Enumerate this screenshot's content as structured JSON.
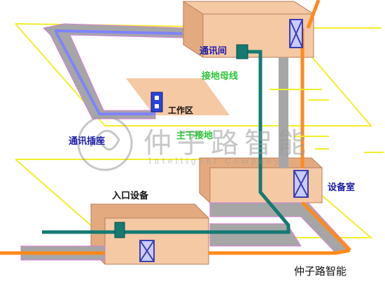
{
  "colors": {
    "room_fill": "#f6c9a5",
    "room_side": "#e3aa80",
    "room_stroke": "#b47d5a",
    "floor_line": "#f2ee2a",
    "conduit_gray": "#a6a6a6",
    "conduit_blue": "#7f83ff",
    "conduit_pink": "#d77fd8",
    "orange_cable": "#ff8a1c",
    "ground_bus": "#147a72",
    "label_blue": "#1a1aa8",
    "label_green": "#2ec53b",
    "label_black": "#111111",
    "device_fill": "#c8ccff",
    "device_stroke": "#3a3fb2",
    "watermark": "#9a9a9a"
  },
  "labels": {
    "comm_room": "通讯间",
    "ground_busbar": "接地母线",
    "work_area": "工作区",
    "comm_outlet": "通讯插座",
    "main_ground": "主干接地",
    "equipment_room": "设备室",
    "entrance_equipment": "入口设备",
    "brand": "仲子路智能"
  },
  "watermark": {
    "chinese": "仲子路智能",
    "english": "Intelligent Company"
  },
  "icons": {
    "logo": "swirl-logo-icon",
    "cross_connect": "cross-connect-box-icon",
    "ground_terminal": "ground-terminal-icon",
    "outlet": "wall-outlet-icon"
  }
}
